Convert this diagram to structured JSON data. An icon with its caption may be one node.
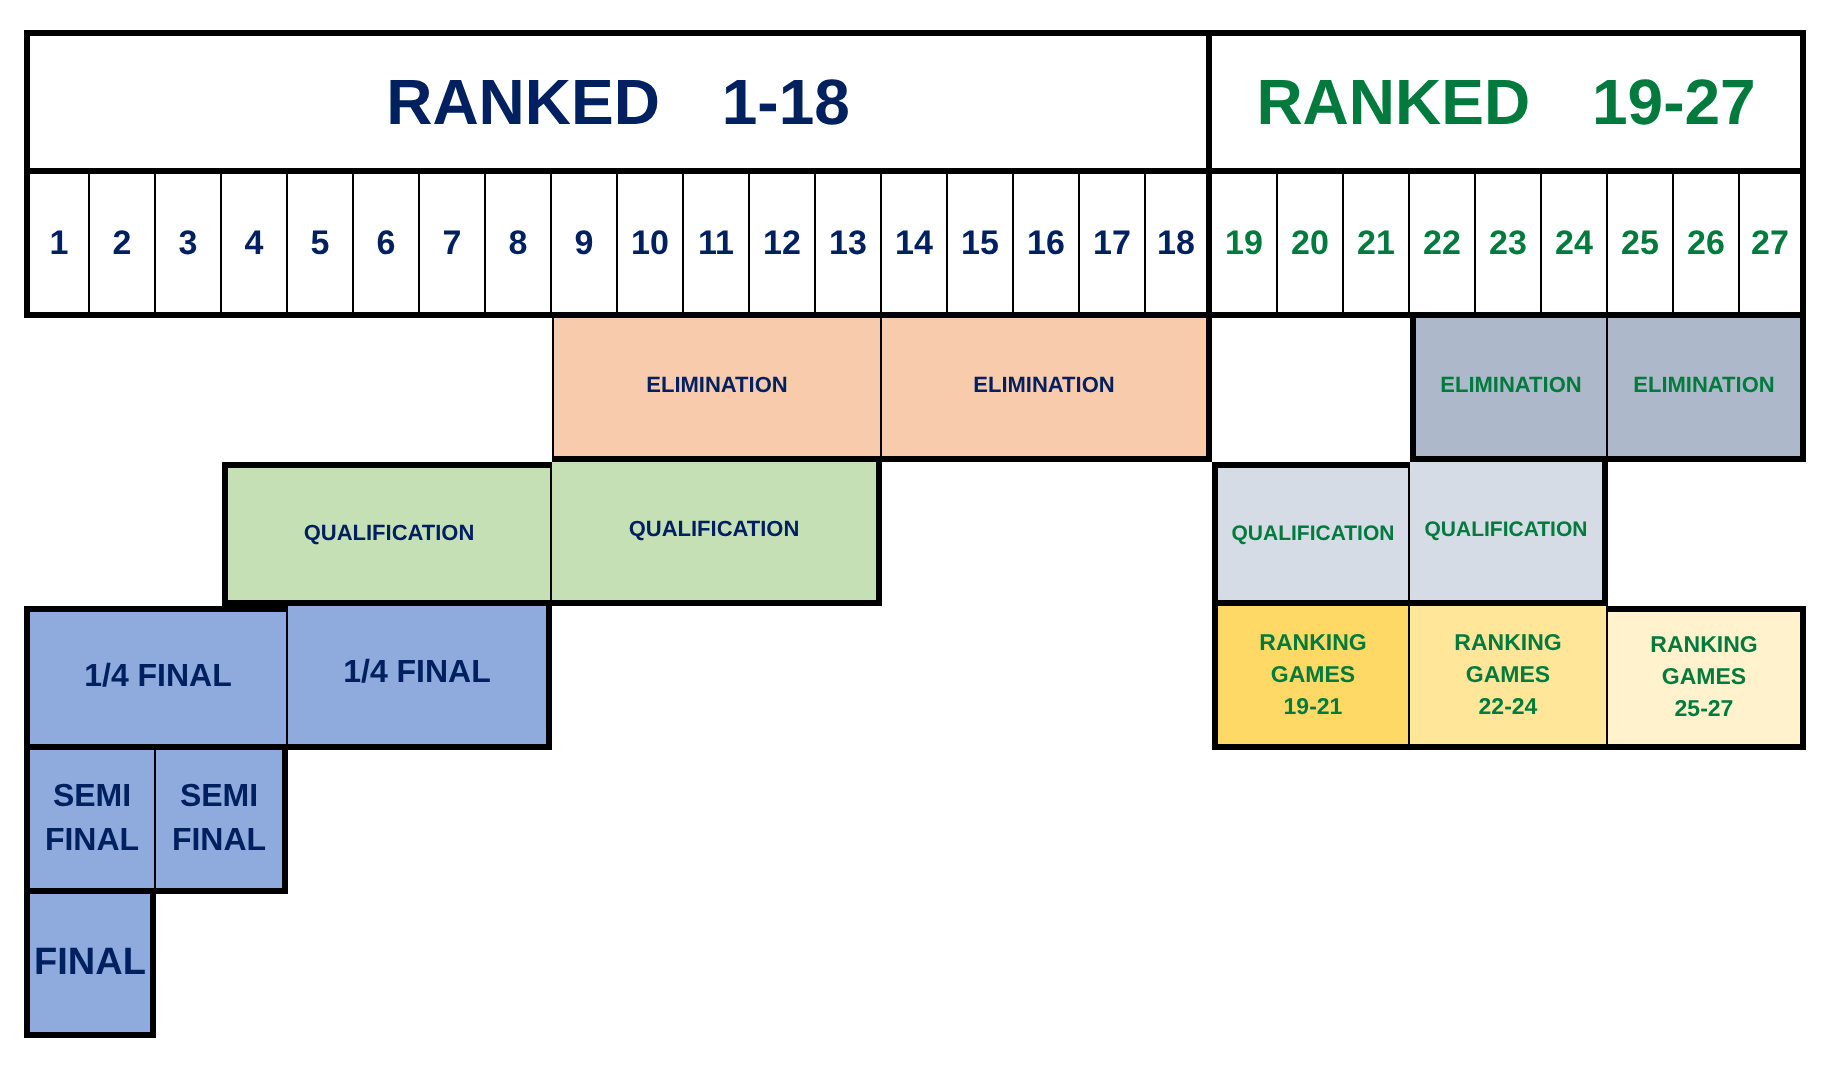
{
  "diagram": {
    "nodes": [
      {
        "text": [
          "RANKED 1-18"
        ]
      },
      {
        "text": [
          "RANKED 19-27"
        ]
      },
      {
        "text": [
          "1"
        ]
      },
      {
        "text": [
          "2"
        ]
      },
      {
        "text": [
          "3"
        ]
      },
      {
        "text": [
          "4"
        ]
      },
      {
        "text": [
          "5"
        ]
      },
      {
        "text": [
          "6"
        ]
      },
      {
        "text": [
          "7"
        ]
      },
      {
        "text": [
          "8"
        ]
      },
      {
        "text": [
          "9"
        ]
      },
      {
        "text": [
          "10"
        ]
      },
      {
        "text": [
          "11"
        ]
      },
      {
        "text": [
          "12"
        ]
      },
      {
        "text": [
          "13"
        ]
      },
      {
        "text": [
          "14"
        ]
      },
      {
        "text": [
          "15"
        ]
      },
      {
        "text": [
          "16"
        ]
      },
      {
        "text": [
          "17"
        ]
      },
      {
        "text": [
          "18"
        ]
      },
      {
        "text": [
          "19"
        ]
      },
      {
        "text": [
          "20"
        ]
      },
      {
        "text": [
          "21"
        ]
      },
      {
        "text": [
          "22"
        ]
      },
      {
        "text": [
          "23"
        ]
      },
      {
        "text": [
          "24"
        ]
      },
      {
        "text": [
          "25"
        ]
      },
      {
        "text": [
          "26"
        ]
      },
      {
        "text": [
          "27"
        ]
      },
      {
        "text": [
          "ELIMINATION"
        ]
      },
      {
        "text": [
          "ELIMINATION"
        ]
      },
      {
        "text": [
          "ELIMINATION"
        ]
      },
      {
        "text": [
          "ELIMINATION"
        ]
      },
      {
        "text": [
          "QUALIFICATION"
        ]
      },
      {
        "text": [
          "QUALIFICATION"
        ]
      },
      {
        "text": [
          "QUALIFICATION"
        ]
      },
      {
        "text": [
          "QUALIFICATION"
        ]
      },
      {
        "text": [
          "1/4 FINAL"
        ]
      },
      {
        "text": [
          "1/4 FINAL"
        ]
      },
      {
        "text": [
          "RANKING GAMES 19-21"
        ]
      },
      {
        "text": [
          "RANKING GAMES 22-24"
        ]
      },
      {
        "text": [
          "RANKING GAMES 25-27"
        ]
      },
      {
        "text": [
          "SEMI FINAL"
        ]
      },
      {
        "text": [
          "SEMI FINAL"
        ]
      },
      {
        "text": [
          "FINAL"
        ]
      }
    ]
  }
}
